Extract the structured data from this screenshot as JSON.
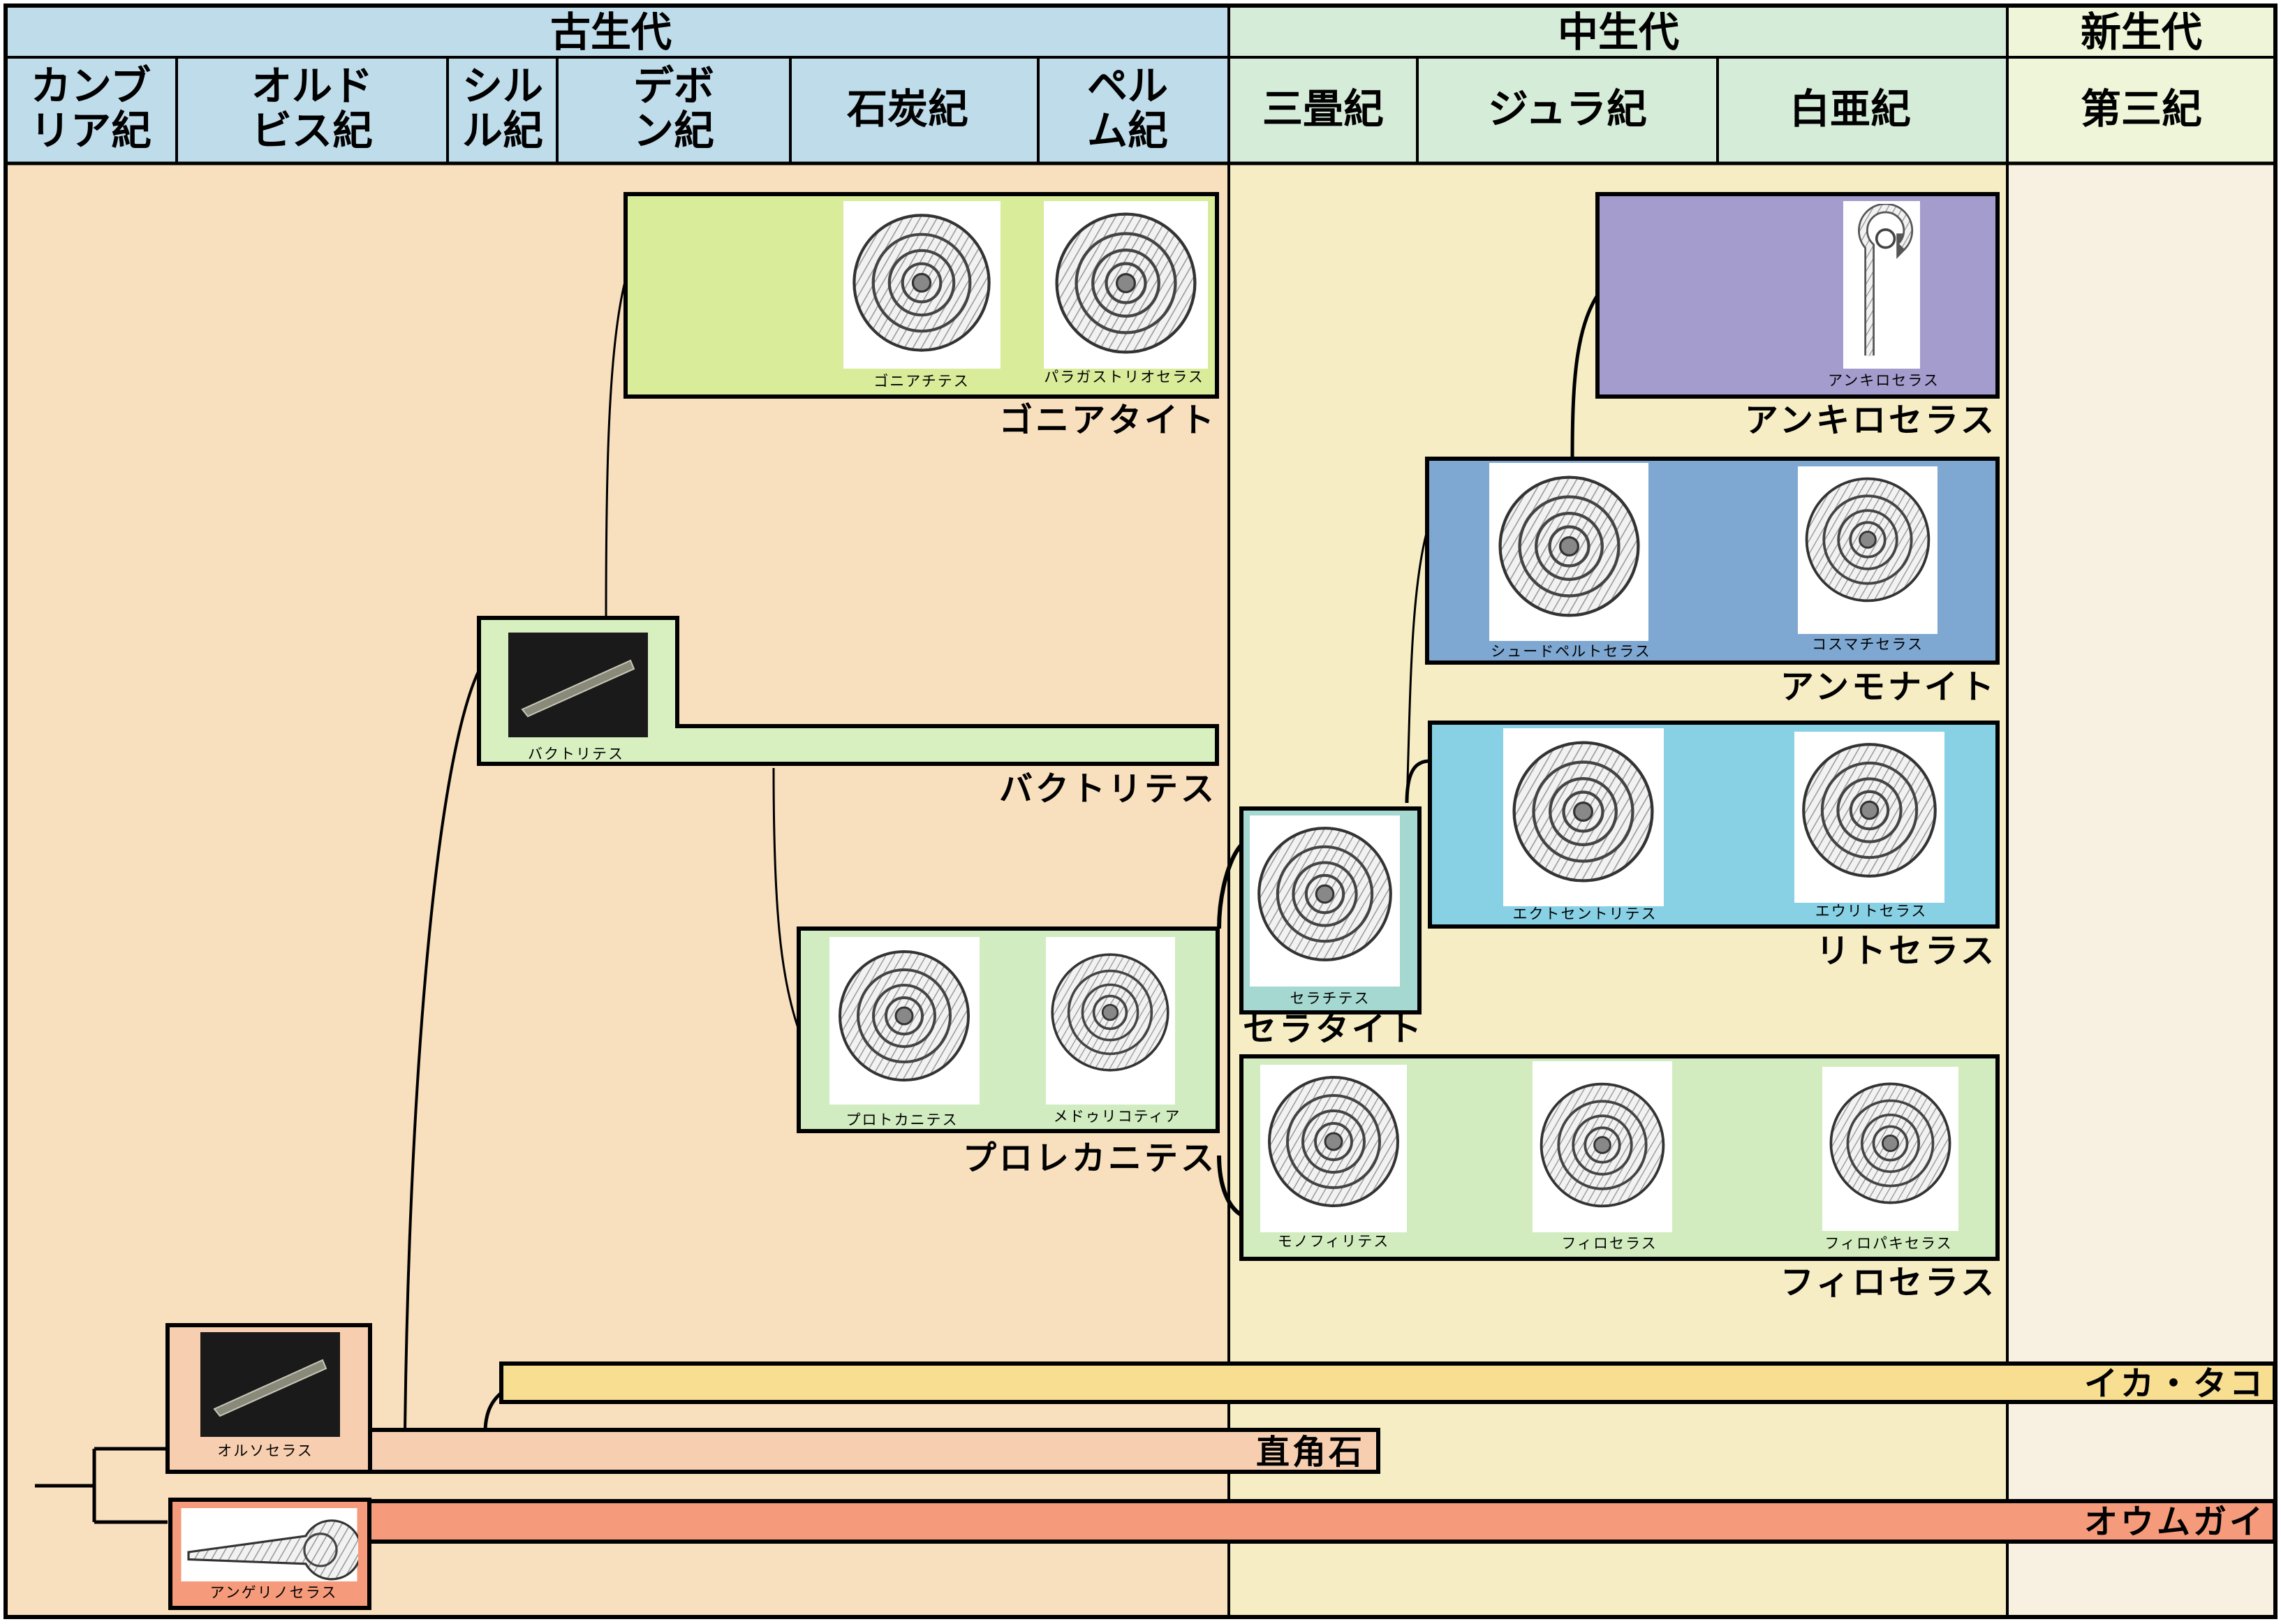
{
  "eras": {
    "paleozoic": {
      "label": "古生代",
      "color": "#bfdcea"
    },
    "mesozoic": {
      "label": "中生代",
      "color": "#d5ecd8"
    },
    "cenozoic": {
      "label": "新生代",
      "color": "#eef5d8"
    }
  },
  "periods": {
    "cambrian": [
      "カンブ",
      "リア紀"
    ],
    "ordovician": [
      "オルド",
      "ビス紀"
    ],
    "silurian": [
      "シル",
      "ル紀"
    ],
    "devonian": [
      "デボ",
      "ン紀"
    ],
    "carboniferous": "石炭紀",
    "permian": [
      "ペル",
      "ム紀"
    ],
    "triassic": "三畳紀",
    "jurassic": "ジュラ紀",
    "cretaceous": "白亜紀",
    "tertiary": "第三紀"
  },
  "background_colors": {
    "paleozoic": "#f8dfbd",
    "mesozoic": "#f6edc4",
    "cenozoic": "#f8f0e0"
  },
  "groups": {
    "goniatite": {
      "label": "ゴニアタイト",
      "color": "#d8ec9a"
    },
    "bactrites": {
      "label": "バクトリテス",
      "color": "#d8efc0"
    },
    "prolecanites": {
      "label": "プロレカニテス",
      "color": "#d0ecc0"
    },
    "ceratite": {
      "label": "セラタイト",
      "color": "#a4d8d0"
    },
    "phylloceras": {
      "label": "フィロセラス",
      "color": "#d2ecc0"
    },
    "lytoceras": {
      "label": "リトセラス",
      "color": "#88d0e4"
    },
    "ammonite": {
      "label": "アンモナイト",
      "color": "#7ea7d2"
    },
    "ancyloceras": {
      "label": "アンキロセラス",
      "color": "#a49ccc"
    },
    "squid_octopus": {
      "label": "イカ・タコ",
      "color": "#f7de90"
    },
    "orthoceras_group": {
      "label": "直角石",
      "color": "#f7cfb0"
    },
    "nautilus": {
      "label": "オウムガイ",
      "color": "#f59b7b"
    }
  },
  "captions": {
    "goniatites": "ゴニアチテス",
    "paragastrioceras": "パラガストリオセラス",
    "bactrites": "バクトリテス",
    "protocanites": "プロトカニテス",
    "medlicottia": "メドゥリコティア",
    "ceratites": "セラチテス",
    "monophyllites": "モノフィリテス",
    "phylloceras": "フィロセラス",
    "phyllopachyceras": "フィロパキセラス",
    "ectocentrites": "エクトセントリテス",
    "eolytoceras": "エウリトセラス",
    "pseudoperisphinctes": "シュードペルトセラス",
    "cosmoceras": "コスマチセラス",
    "ancyloceras": "アンキロセラス",
    "orthoceras": "オルソセラス",
    "angelinoceras": "アンゲリノセラス"
  },
  "icons": {
    "ammonite": "coiled-ammonite-shell",
    "straight": "straight-cone-fossil",
    "heteromorph": "hook-shaped-shell",
    "nautiloid": "loosely-coiled-nautiloid"
  }
}
